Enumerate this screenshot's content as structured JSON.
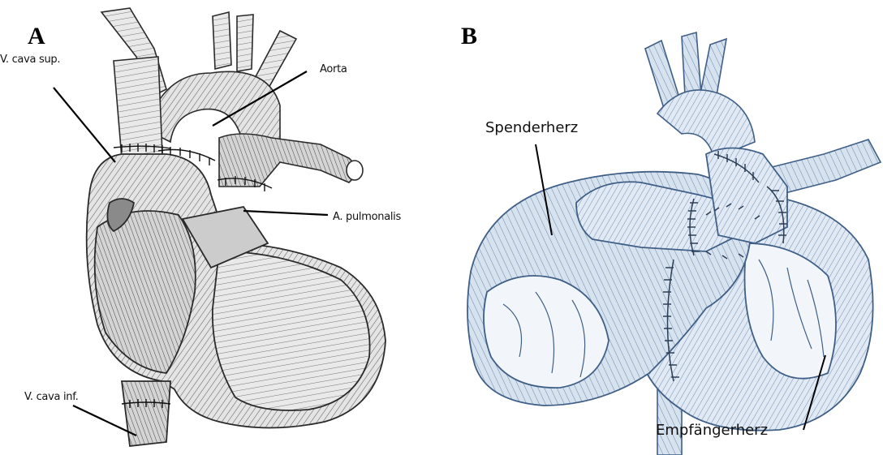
{
  "figure": {
    "panel_a": {
      "letter": "A",
      "labels": {
        "svc": "V. cava sup.",
        "aorta": "Aorta",
        "pulmonary": "A. pulmonalis",
        "ivc": "V. cava inf."
      }
    },
    "panel_b": {
      "letter": "B",
      "labels": {
        "donor": "Spenderherz",
        "recipient": "Empfängerherz"
      }
    },
    "colors": {
      "panel_a_fill": "#dedede",
      "panel_a_stroke": "#2a2a2a",
      "panel_b_fill": "#dbe5f0",
      "panel_b_stroke": "#3f5f86",
      "suture": "#2c3e57"
    }
  }
}
